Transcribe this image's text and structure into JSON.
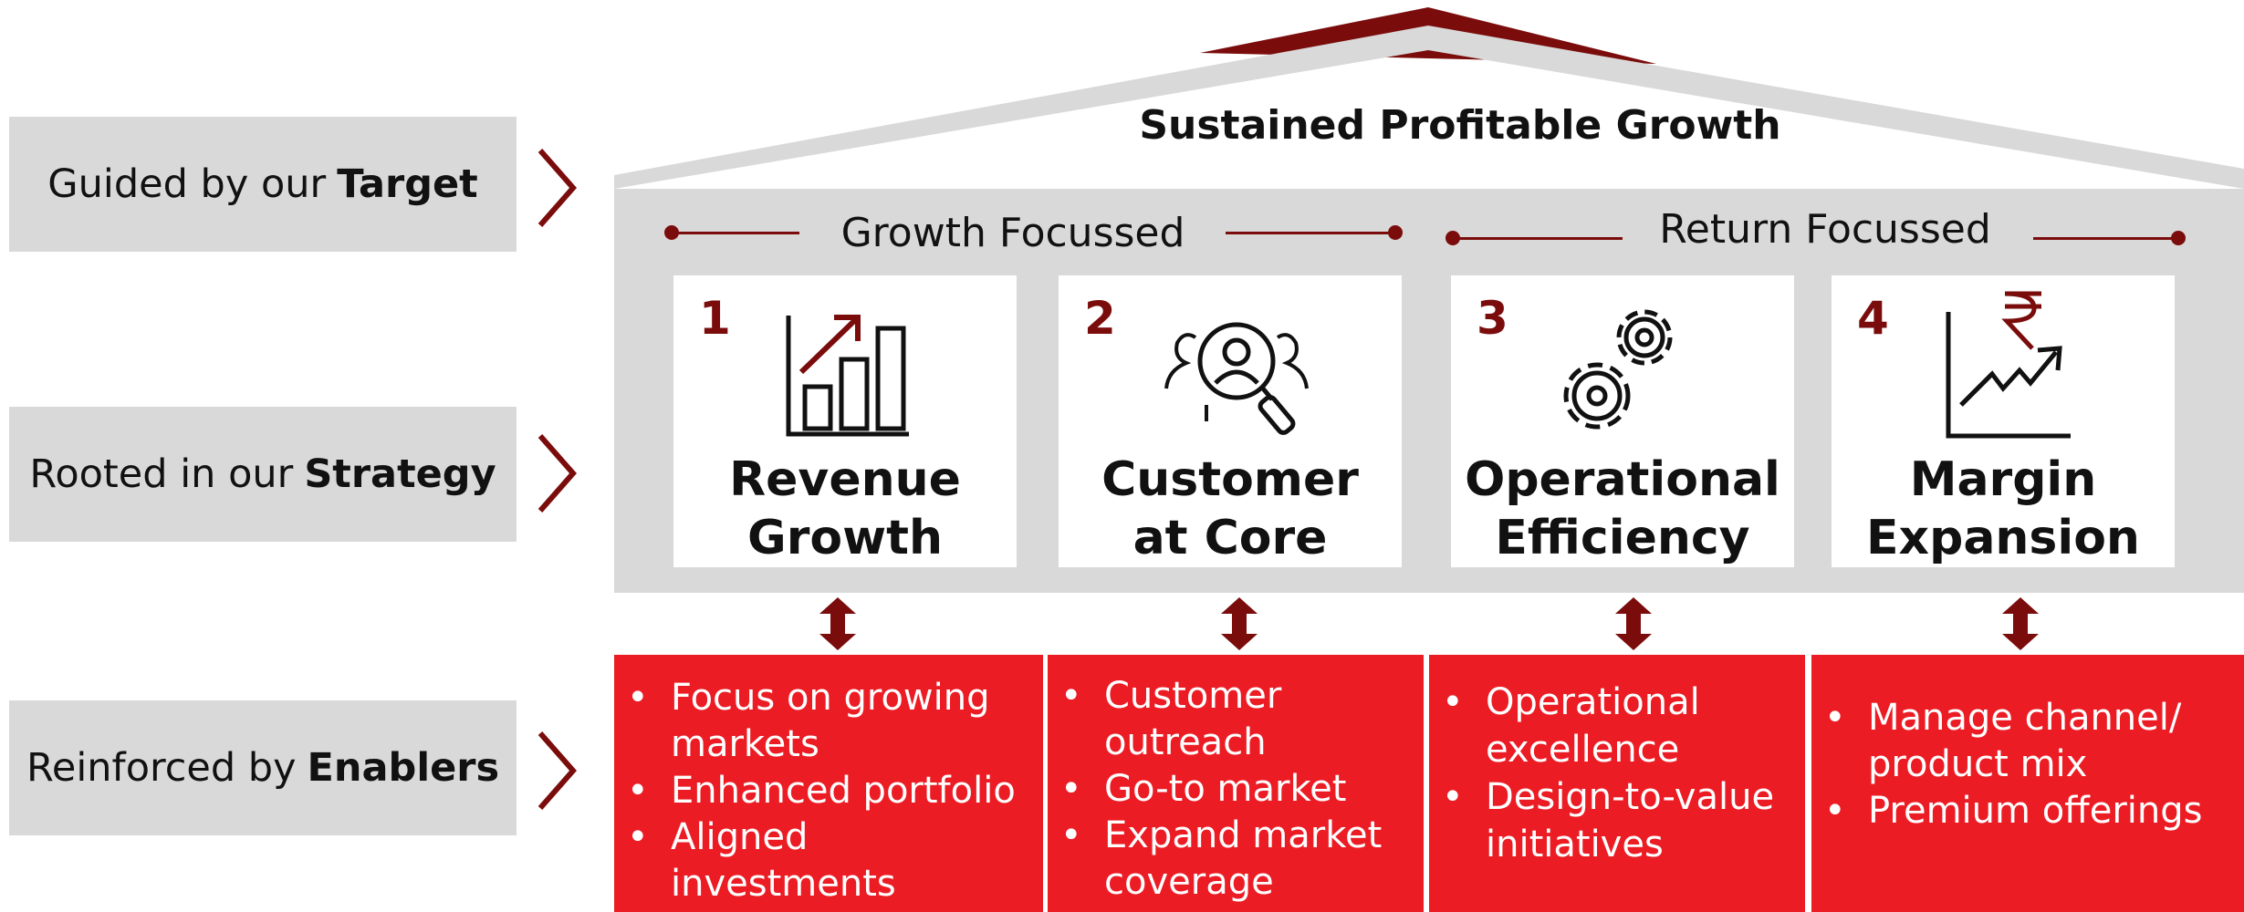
{
  "left_labels": [
    {
      "prefix": "Guided by our",
      "bold": "Target"
    },
    {
      "prefix": "Rooted in our",
      "bold": "Strategy"
    },
    {
      "prefix": "Reinforced by",
      "bold": "Enablers"
    }
  ],
  "roof_title": "Sustained Profitable Growth",
  "sections": {
    "growth": "Growth Focussed",
    "return": "Return Focussed"
  },
  "pillars": [
    {
      "number": "1",
      "title_line1": "Revenue",
      "title_line2": "Growth",
      "icon": "bar-chart-growth-icon"
    },
    {
      "number": "2",
      "title_line1": "Customer",
      "title_line2": "at Core",
      "icon": "customer-search-icon"
    },
    {
      "number": "3",
      "title_line1": "Operational",
      "title_line2": "Efficiency",
      "icon": "gears-icon"
    },
    {
      "number": "4",
      "title_line1": "Margin",
      "title_line2": "Expansion",
      "icon": "rupee-trend-icon"
    }
  ],
  "enablers": [
    {
      "items": [
        [
          "Focus on growing",
          "markets"
        ],
        [
          "Enhanced portfolio"
        ],
        [
          "Aligned",
          "investments"
        ]
      ]
    },
    {
      "items": [
        [
          "Customer",
          "outreach"
        ],
        [
          "Go-to market"
        ],
        [
          "Expand market",
          "coverage"
        ]
      ]
    },
    {
      "items": [
        [
          "Operational",
          "excellence"
        ],
        [
          "Design-to-value",
          "initiatives"
        ]
      ]
    },
    {
      "items": [
        [
          "Manage channel/",
          "product mix"
        ],
        [
          "Premium offerings"
        ]
      ]
    }
  ],
  "colors": {
    "accent_dark_red": "#7b0c0c",
    "enabler_red": "#ec1c24",
    "panel_gray": "#d9d9d9"
  }
}
